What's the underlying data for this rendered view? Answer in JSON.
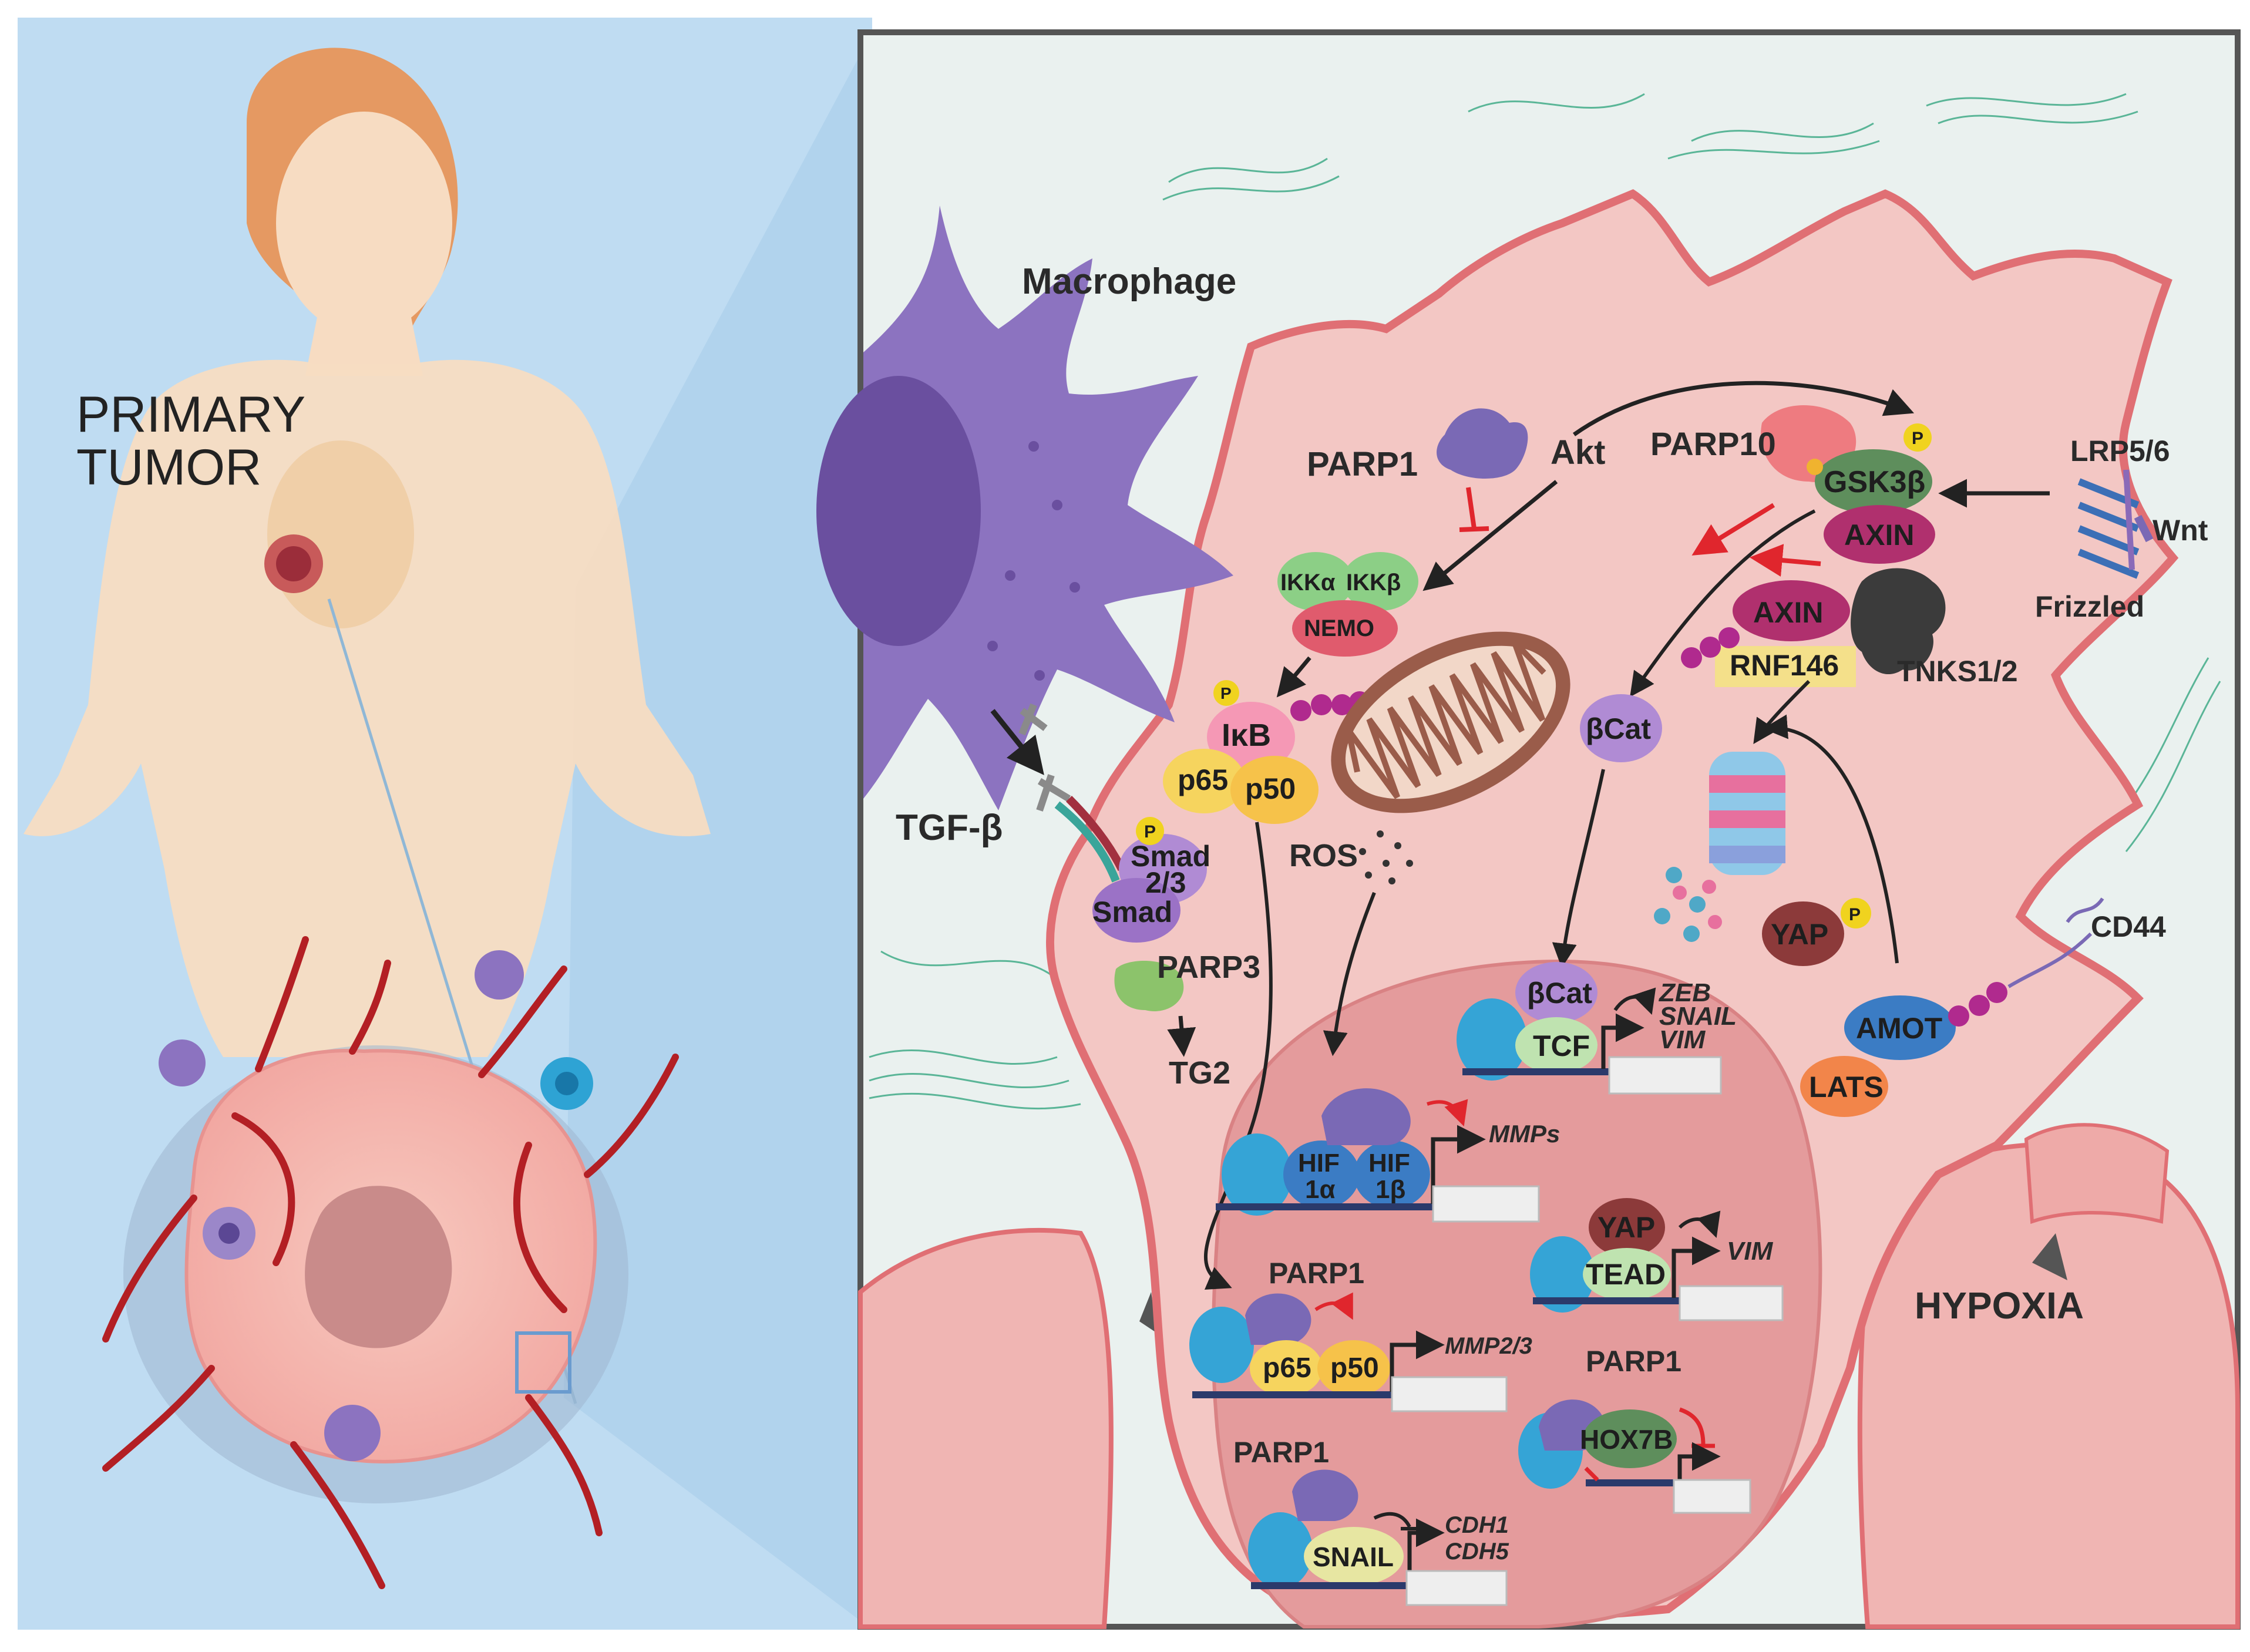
{
  "left_panel": {
    "title_line1": "PRIMARY",
    "title_line2": "TUMOR"
  },
  "cell_labels": {
    "macrophage": "Macrophage",
    "tgfb": "TGF-β",
    "hypoxia": "HYPOXIA",
    "ros": "ROS"
  },
  "proteins": {
    "parp1": "PARP1",
    "akt": "Akt",
    "parp10": "PARP10",
    "p": "P",
    "gsk3b": "GSK3β",
    "axin": "AXIN",
    "lrp": "LRP5/6",
    "wnt": "Wnt",
    "frizzled": "Frizzled",
    "ikka": "IKKα",
    "ikkb": "IKKβ",
    "nemo": "NEMO",
    "ikb": "IκB",
    "p65": "p65",
    "p50": "p50",
    "rnf146": "RNF146",
    "tnks": "TNKS1/2",
    "bcat": "βCat",
    "smad23": "Smad",
    "smad23b": "2/3",
    "smad": "Smad",
    "parp3": "PARP3",
    "tg2": "TG2",
    "yap": "YAP",
    "amot": "AMOT",
    "lats": "LATS",
    "cd44": "CD44",
    "tcf": "TCF",
    "hif1a_top": "HIF",
    "hif1a_bot": "1α",
    "hif1b_top": "HIF",
    "hif1b_bot": "1β",
    "tead": "TEAD",
    "hox7b": "HOX7B",
    "snail": "SNAIL"
  },
  "genes": {
    "zeb": "ZEB",
    "snail": "SNAIL",
    "vim": "VIM",
    "mmps": "MMPs",
    "vim2": "VIM",
    "mmp23": "MMP2/3",
    "cdh1": "CDH1",
    "cdh5": "CDH5"
  },
  "colors": {
    "panel_bg": "#bfdcf2",
    "cell_fill": "#f3c7c4",
    "cell_edge": "#e06f74",
    "nucleus": "#e49b9c",
    "macrophage": "#8c73c0",
    "parp_purple": "#7a69b5",
    "inhibit_red": "#e0262d",
    "dna_blue": "#35a4d6"
  }
}
